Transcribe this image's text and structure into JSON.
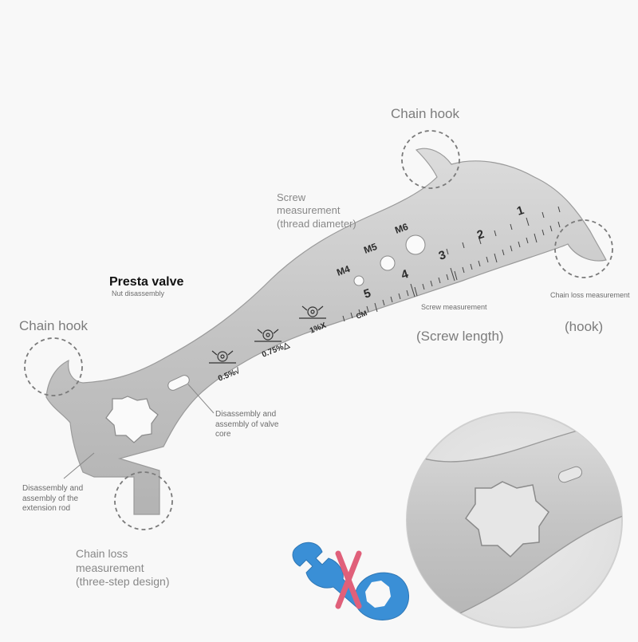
{
  "labels": {
    "chain_hook_top": "Chain hook",
    "chain_hook_left": "Chain hook",
    "screw_thread": [
      "Screw",
      "measurement",
      "(thread diameter)"
    ],
    "presta_title": "Presta valve",
    "presta_sub": "Nut disassembly",
    "chain_loss_small": "Chain loss measurement",
    "screw_measurement_small": "Screw measurement",
    "screw_length": "(Screw length)",
    "hook": "(hook)",
    "valve_core": [
      "Disassembly and",
      "assembly of valve",
      "core"
    ],
    "extension_rod": [
      "Disassembly and",
      "assembly of the",
      "extension rod"
    ],
    "chain_loss_big": [
      "Chain loss",
      "measurement",
      "(three-step design)"
    ]
  },
  "engraving": {
    "thread_sizes": [
      "M4",
      "M5",
      "M6"
    ],
    "ruler_numbers": [
      "1",
      "2",
      "3",
      "4",
      "5"
    ],
    "ruler_unit": "CM",
    "wear_marks": [
      "0.5%√",
      "0.75%△",
      "1%X"
    ]
  },
  "colors": {
    "background": "#f8f8f8",
    "steel": "#c9c9c9",
    "dashed_circle": "#7a7a7a",
    "blue_tool": "#3a8fd6",
    "cross": "#e0607a"
  }
}
